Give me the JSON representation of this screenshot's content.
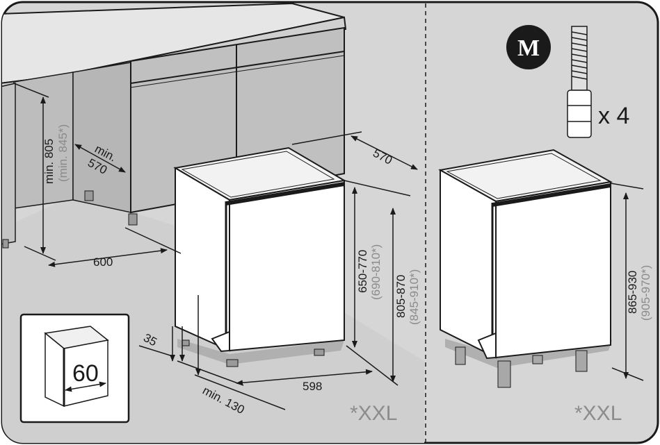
{
  "labels": {
    "min_805": "min. 805",
    "min_845": "(min. 845*)",
    "min_570_a": "min.",
    "min_570_b": "570",
    "dim_600": "600",
    "dim_570": "570",
    "dim_650_770": "650-770",
    "dim_690_810": "(690-810*)",
    "dim_805_870": "805-870",
    "dim_845_910": "(845-910*)",
    "dim_35": "35",
    "dim_min130": "min. 130",
    "dim_598": "598",
    "xxl_left": "*XXL",
    "dim_865_930": "865-930",
    "dim_905_970": "(905-970*)",
    "xxl_right": "*XXL",
    "badge_letter": "M",
    "qty": "x 4",
    "width_60": "60"
  },
  "colors": {
    "frame_bg": "#d6d6d6",
    "floor": "#c9c9c9",
    "cabinet_front": "#c0c0c0",
    "outline": "#1a1a1a",
    "muted_text": "#8a8a8a"
  }
}
